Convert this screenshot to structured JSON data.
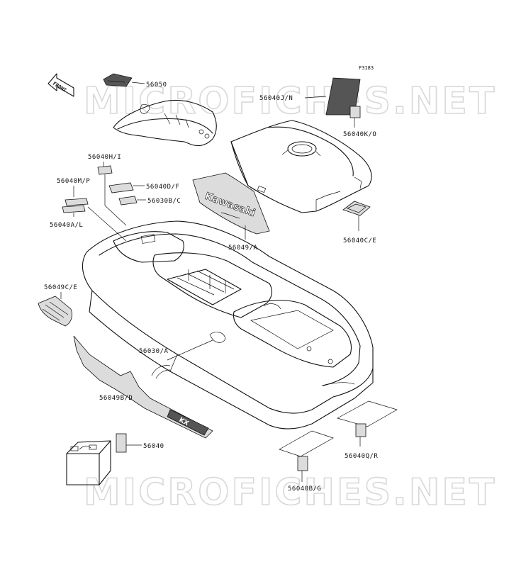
{
  "figure_id": "F3183",
  "watermark": "MICROFICHES.NET",
  "front_tag": "FRONT",
  "hull_logo": "Kawasaki",
  "labels": {
    "p56050": "56050",
    "p56040JN": "56040J/N",
    "p56040KO": "56040K/O",
    "p56040HI": "56040H/I",
    "p56040MP": "56040M/P",
    "p56040DF": "56040D/F",
    "p56030BC": "56030B/C",
    "p56040AL": "56040A/L",
    "p56049A": "56049/A",
    "p56040CE": "56040C/E",
    "p56049CE": "56049C/E",
    "p56030A": "56030/A",
    "p56049BD": "56049B/D",
    "p56040": "56040",
    "p56040QR": "56040Q/R",
    "p56040BG": "56040B/G"
  }
}
